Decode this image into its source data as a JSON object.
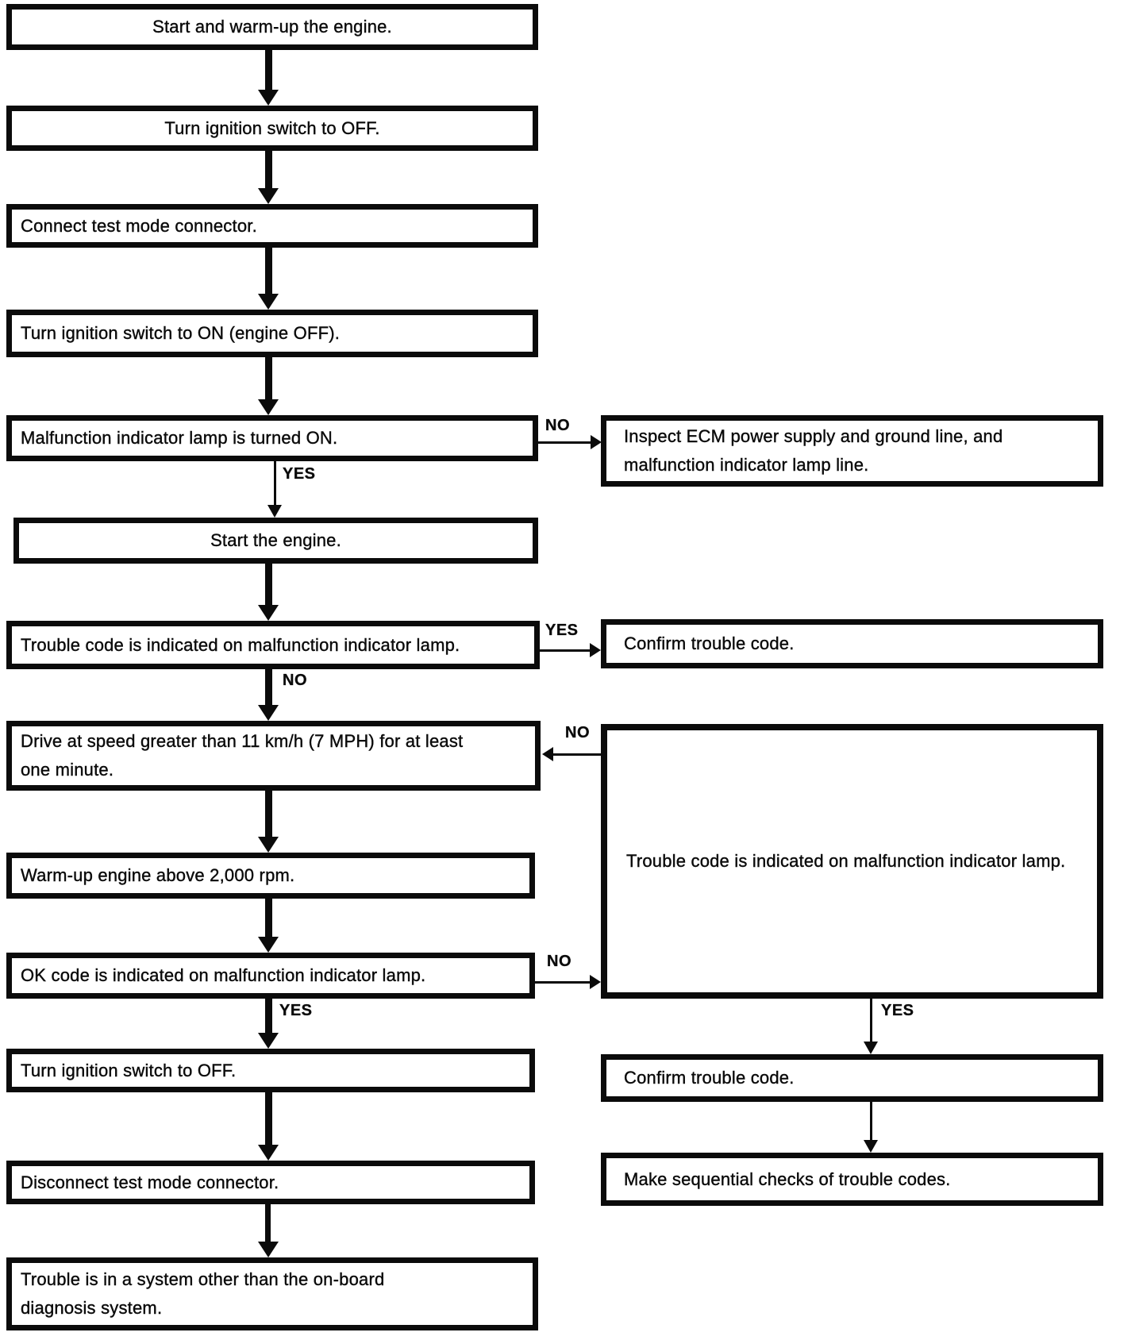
{
  "flowchart": {
    "type": "flowchart",
    "colors": {
      "ink": "#0b0b0b",
      "background": "#ffffff"
    },
    "labels": {
      "yes": "YES",
      "no": "NO"
    },
    "nodes": {
      "start_warmup": "Start and warm-up the engine.",
      "ignition_off_1": "Turn ignition switch to OFF.",
      "connect_test_connector": "Connect test mode connector.",
      "ignition_on": "Turn ignition switch to ON (engine OFF).",
      "mil_turned_on": "Malfunction indicator lamp is turned ON.",
      "inspect_ecm": "Inspect ECM power supply and ground line, and malfunction indicator lamp line.",
      "start_engine": "Start the engine.",
      "trouble_code_lamp": "Trouble code is indicated on malfunction indicator lamp.",
      "confirm_trouble_code_1": "Confirm trouble code.",
      "drive_speed": "Drive at speed greater than 11 km/h (7 MPH) for at least one minute.",
      "warmup_rpm": "Warm-up engine above 2,000 rpm.",
      "ok_code_lamp": "OK code is indicated on malfunction indicator lamp.",
      "trouble_code_lamp_big": "Trouble code is indicated on malfunction indicator lamp.",
      "ignition_off_2": "Turn ignition switch to OFF.",
      "disconnect_test_connector": "Disconnect test mode connector.",
      "trouble_other_system": "Trouble is in a system other than the on-board diagnosis system.",
      "confirm_trouble_code_2": "Confirm trouble code.",
      "make_sequential_checks": "Make sequential checks of trouble codes."
    },
    "edges": [
      {
        "from": "start_warmup",
        "to": "ignition_off_1",
        "label": ""
      },
      {
        "from": "ignition_off_1",
        "to": "connect_test_connector",
        "label": ""
      },
      {
        "from": "connect_test_connector",
        "to": "ignition_on",
        "label": ""
      },
      {
        "from": "ignition_on",
        "to": "mil_turned_on",
        "label": ""
      },
      {
        "from": "mil_turned_on",
        "to": "inspect_ecm",
        "label": "NO"
      },
      {
        "from": "mil_turned_on",
        "to": "start_engine",
        "label": "YES"
      },
      {
        "from": "start_engine",
        "to": "trouble_code_lamp",
        "label": ""
      },
      {
        "from": "trouble_code_lamp",
        "to": "confirm_trouble_code_1",
        "label": "YES"
      },
      {
        "from": "trouble_code_lamp",
        "to": "drive_speed",
        "label": "NO"
      },
      {
        "from": "drive_speed",
        "to": "warmup_rpm",
        "label": ""
      },
      {
        "from": "warmup_rpm",
        "to": "ok_code_lamp",
        "label": ""
      },
      {
        "from": "ok_code_lamp",
        "to": "trouble_code_lamp_big",
        "label": "NO"
      },
      {
        "from": "trouble_code_lamp_big",
        "to": "drive_speed",
        "label": "NO"
      },
      {
        "from": "trouble_code_lamp_big",
        "to": "confirm_trouble_code_2",
        "label": "YES"
      },
      {
        "from": "confirm_trouble_code_2",
        "to": "make_sequential_checks",
        "label": ""
      },
      {
        "from": "ok_code_lamp",
        "to": "ignition_off_2",
        "label": "YES"
      },
      {
        "from": "ignition_off_2",
        "to": "disconnect_test_connector",
        "label": ""
      },
      {
        "from": "disconnect_test_connector",
        "to": "trouble_other_system",
        "label": ""
      }
    ]
  }
}
